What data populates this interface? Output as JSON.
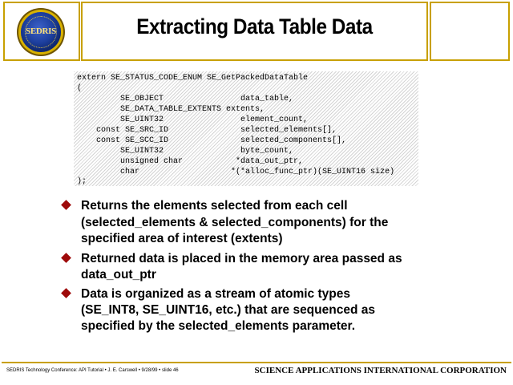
{
  "header": {
    "logo_text": "SEDRIS",
    "title": "Extracting Data Table Data"
  },
  "code": {
    "lines": [
      "extern SE_STATUS_CODE_ENUM SE_GetPackedDataTable",
      "(",
      "         SE_OBJECT                data_table,",
      "         SE_DATA_TABLE_EXTENTS extents,",
      "         SE_UINT32                element_count,",
      "    const SE_SRC_ID               selected_elements[],",
      "    const SE_SCC_ID               selected_components[],",
      "         SE_UINT32                byte_count,",
      "         unsigned char           *data_out_ptr,",
      "         char                   *(*alloc_func_ptr)(SE_UINT16 size)",
      ");"
    ]
  },
  "bullets": [
    {
      "lines": [
        "Returns the elements selected from each cell",
        "(selected_elements & selected_components) for the",
        "specified area of interest (extents)"
      ]
    },
    {
      "lines": [
        "Returned data is placed in the memory area passed as",
        "data_out_ptr"
      ]
    },
    {
      "lines": [
        "Data is organized as a stream of atomic types",
        "(SE_INT8, SE_UINT16, etc.) that are sequenced as",
        "specified by the selected_elements parameter."
      ]
    }
  ],
  "footer": {
    "left": "SEDRIS Technology Conference: API Tutorial • J. E. Carswell • 9/28/99 • slide 46",
    "right": "SCIENCE APPLICATIONS INTERNATIONAL CORPORATION"
  },
  "colors": {
    "border_gold": "#c8a000",
    "bullet_red": "#9e0a0a"
  }
}
